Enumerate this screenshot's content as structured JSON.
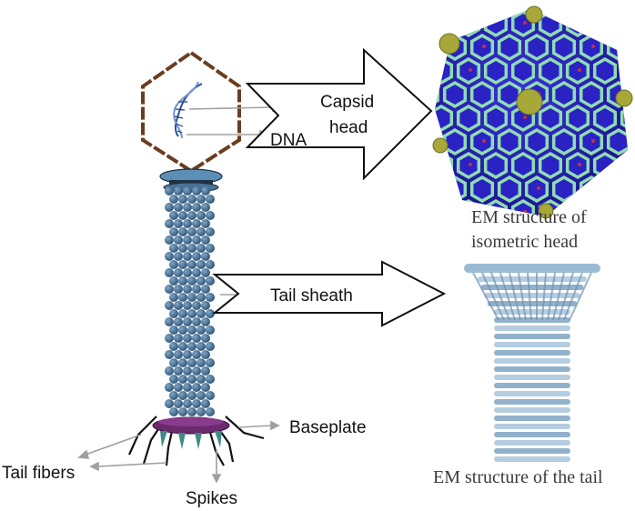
{
  "labels": {
    "capsid_line1": "Capsid",
    "capsid_line2": "head",
    "dna": "DNA",
    "tail_sheath": "Tail sheath",
    "baseplate": "Baseplate",
    "tail_fibers": "Tail fibers",
    "spikes": "Spikes",
    "em_head_line1": "EM structure of",
    "em_head_line2": "isometric head",
    "em_tail": "EM structure of the tail"
  },
  "colors": {
    "capsid_outline": "#6b3d1f",
    "tail_bead": "#4a7296",
    "collar": "#5b8fb8",
    "baseplate": "#6a2a6e",
    "spike": "#3e8a84",
    "em_head_protein": "#2b22c4",
    "em_head_lattice": "#8fdcb2",
    "em_head_pentamer": "#a8a83a",
    "em_tail": "#8fb3cf",
    "arrow_gray": "#a0a0a0"
  }
}
